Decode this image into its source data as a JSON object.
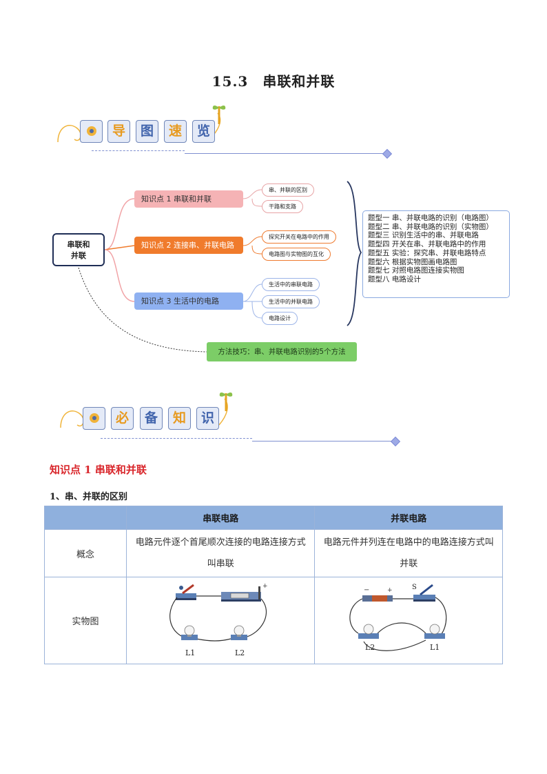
{
  "page": {
    "title": "15.3　串联和并联"
  },
  "banner1": {
    "tiles": [
      "导",
      "图",
      "速",
      "览"
    ]
  },
  "banner2": {
    "tiles": [
      "必",
      "备",
      "知",
      "识"
    ]
  },
  "mindmap": {
    "root": [
      "串联和",
      "并联"
    ],
    "knowledge_points": [
      {
        "label": "知识点 1  串联和并联",
        "leaves": [
          "串、并联的区别",
          "干路和支路"
        ]
      },
      {
        "label": "知识点 2  连接串、并联电路",
        "leaves": [
          "探究开关在电路中的作用",
          "电路图与实物图的互化"
        ]
      },
      {
        "label": "知识点 3 生活中的电路",
        "leaves": [
          "生活中的串联电路",
          "生活中的并联电路",
          "电路设计"
        ]
      }
    ],
    "question_types": [
      "题型一  串、并联电路的识别（电路图）",
      "题型二  串、并联电路的识别（实物图）",
      "题型三  识别生活中的串、并联电路",
      "题型四  开关在串、并联电路中的作用",
      "题型五  实验：探究串、并联电路特点",
      "题型六  根据实物图画电路图",
      "题型七  对照电路图连接实物图",
      "题型八  电路设计"
    ],
    "method": "方法技巧：串、并联电路识别的5个方法"
  },
  "section": {
    "heading": "知识点 1  串联和并联",
    "subheading": "1、串、并联的区别"
  },
  "table": {
    "headers": [
      "",
      "串联电路",
      "并联电路"
    ],
    "rows": [
      {
        "label": "概念",
        "series": "电路元件逐个首尾顺次连接的电路连接方式叫串联",
        "parallel": "电路元件并列连在电路中的电路连接方式叫并联"
      },
      {
        "label": "实物图",
        "series": "",
        "parallel": ""
      }
    ],
    "figure_labels": {
      "series": [
        "L1",
        "L2",
        "+"
      ],
      "parallel": [
        "S",
        "L2",
        "L1",
        "+",
        "−"
      ]
    }
  },
  "colors": {
    "kp1": "#f5b3b5",
    "kp2": "#f07b2c",
    "kp3": "#8fb1f1",
    "method": "#7ccd67",
    "heading_red": "#d9262b",
    "table_header": "#8fb0dd"
  }
}
